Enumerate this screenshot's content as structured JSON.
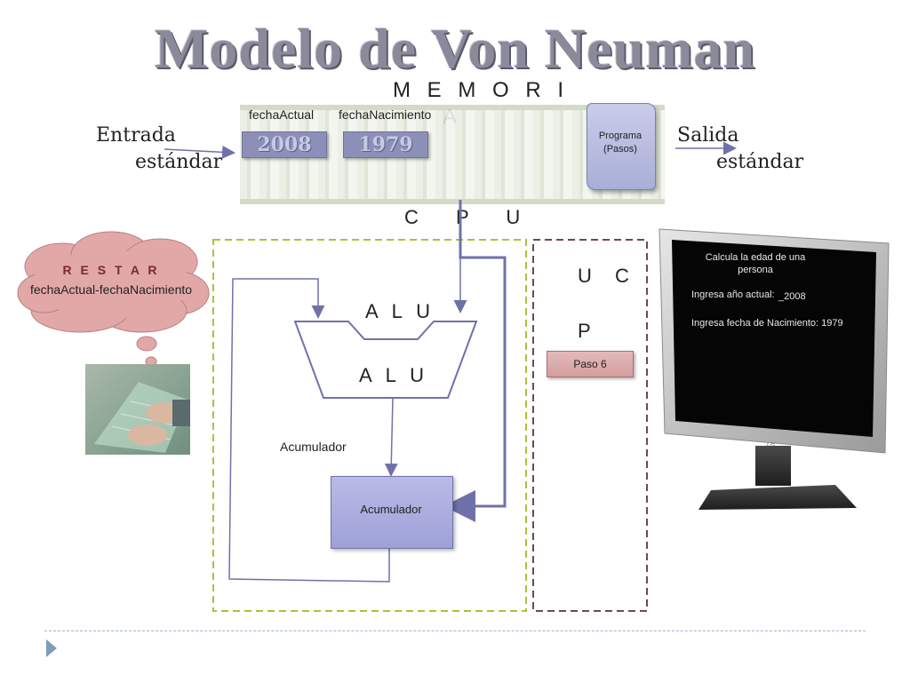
{
  "title": "Modelo de Von Neuman",
  "memory": {
    "label_line1": "M E M O R I",
    "label_line2": "A",
    "var1_label": "fechaActual",
    "var2_label": "fechaNacimiento",
    "var1_value": "2008",
    "var2_value": "1979",
    "program_line1": "Programa",
    "program_line2": "(Pasos)"
  },
  "io": {
    "input_line1": "Entrada",
    "input_line2": "estándar",
    "output_line1": "Salida",
    "output_line2": "estándar"
  },
  "cpu": {
    "label": "C P U",
    "alu_top": "A L U",
    "alu_inner": "A L U",
    "accumulator_label": "Acumulador",
    "accumulator_box": "Acumulador",
    "uc_line1": "U C",
    "uc_line2": "P",
    "step": "Paso 6"
  },
  "thought": {
    "line1": "R E S T A R",
    "line2": "fechaActual-fechaNacimiento"
  },
  "monitor": {
    "line1": "Calcula la edad de una",
    "line2": "persona",
    "prompt1": "Ingresa año actual:",
    "value1": "_2008",
    "prompt2": "Ingresa fecha de Nacimiento: 1979"
  },
  "colors": {
    "accent_purple": "#6f72a8",
    "alu_green_dash": "#a8c43a",
    "uc_brown_dash": "#6b4b4b",
    "cloud_pink": "#e2a8a8"
  }
}
